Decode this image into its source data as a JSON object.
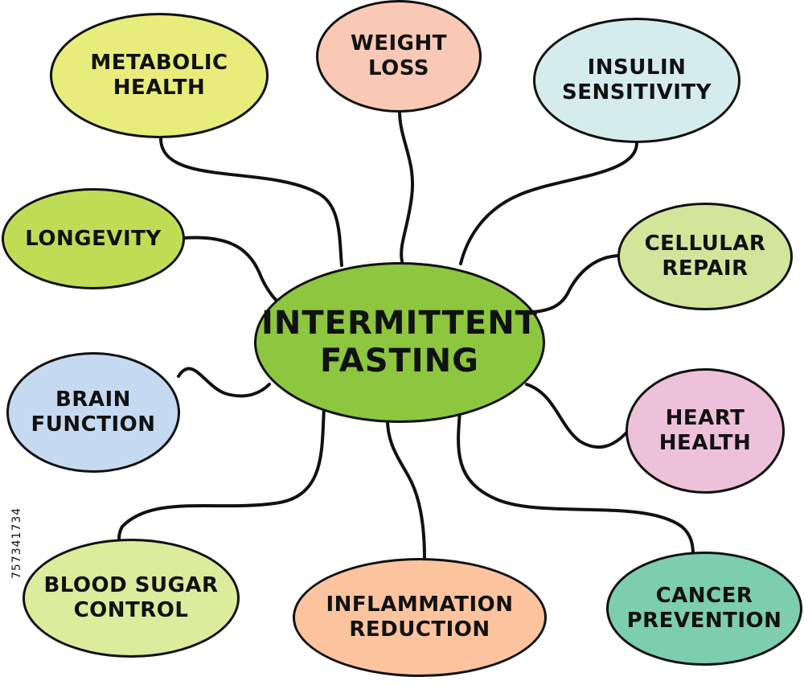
{
  "central": {
    "line1": "INTERMITTENT",
    "line2": "FASTING",
    "color": "#8dc63f"
  },
  "nodes": [
    {
      "id": "metabolic-health",
      "line1": "METABOLIC",
      "line2": "HEALTH",
      "color": "#e8ec7a"
    },
    {
      "id": "weight-loss",
      "line1": "WEIGHT",
      "line2": "LOSS",
      "color": "#f9c9b6"
    },
    {
      "id": "insulin-sensitivity",
      "line1": "INSULIN",
      "line2": "SENSITIVITY",
      "color": "#d4ecec"
    },
    {
      "id": "longevity",
      "line1": "LONGEVITY",
      "line2": "",
      "color": "#c0dc55"
    },
    {
      "id": "cellular-repair",
      "line1": "CELLULAR",
      "line2": "REPAIR",
      "color": "#d3e59b"
    },
    {
      "id": "brain-function",
      "line1": "BRAIN",
      "line2": "FUNCTION",
      "color": "#c5daf0"
    },
    {
      "id": "heart-health",
      "line1": "HEART",
      "line2": "HEALTH",
      "color": "#eec1da"
    },
    {
      "id": "blood-sugar-control",
      "line1": "BLOOD SUGAR",
      "line2": "CONTROL",
      "color": "#dcec9c"
    },
    {
      "id": "inflammation-reduction",
      "line1": "INFLAMMATION",
      "line2": "REDUCTION",
      "color": "#fbc49e"
    },
    {
      "id": "cancer-prevention",
      "line1": "CANCER",
      "line2": "PREVENTION",
      "color": "#7dcdaf"
    }
  ],
  "stock_id": "757341734"
}
